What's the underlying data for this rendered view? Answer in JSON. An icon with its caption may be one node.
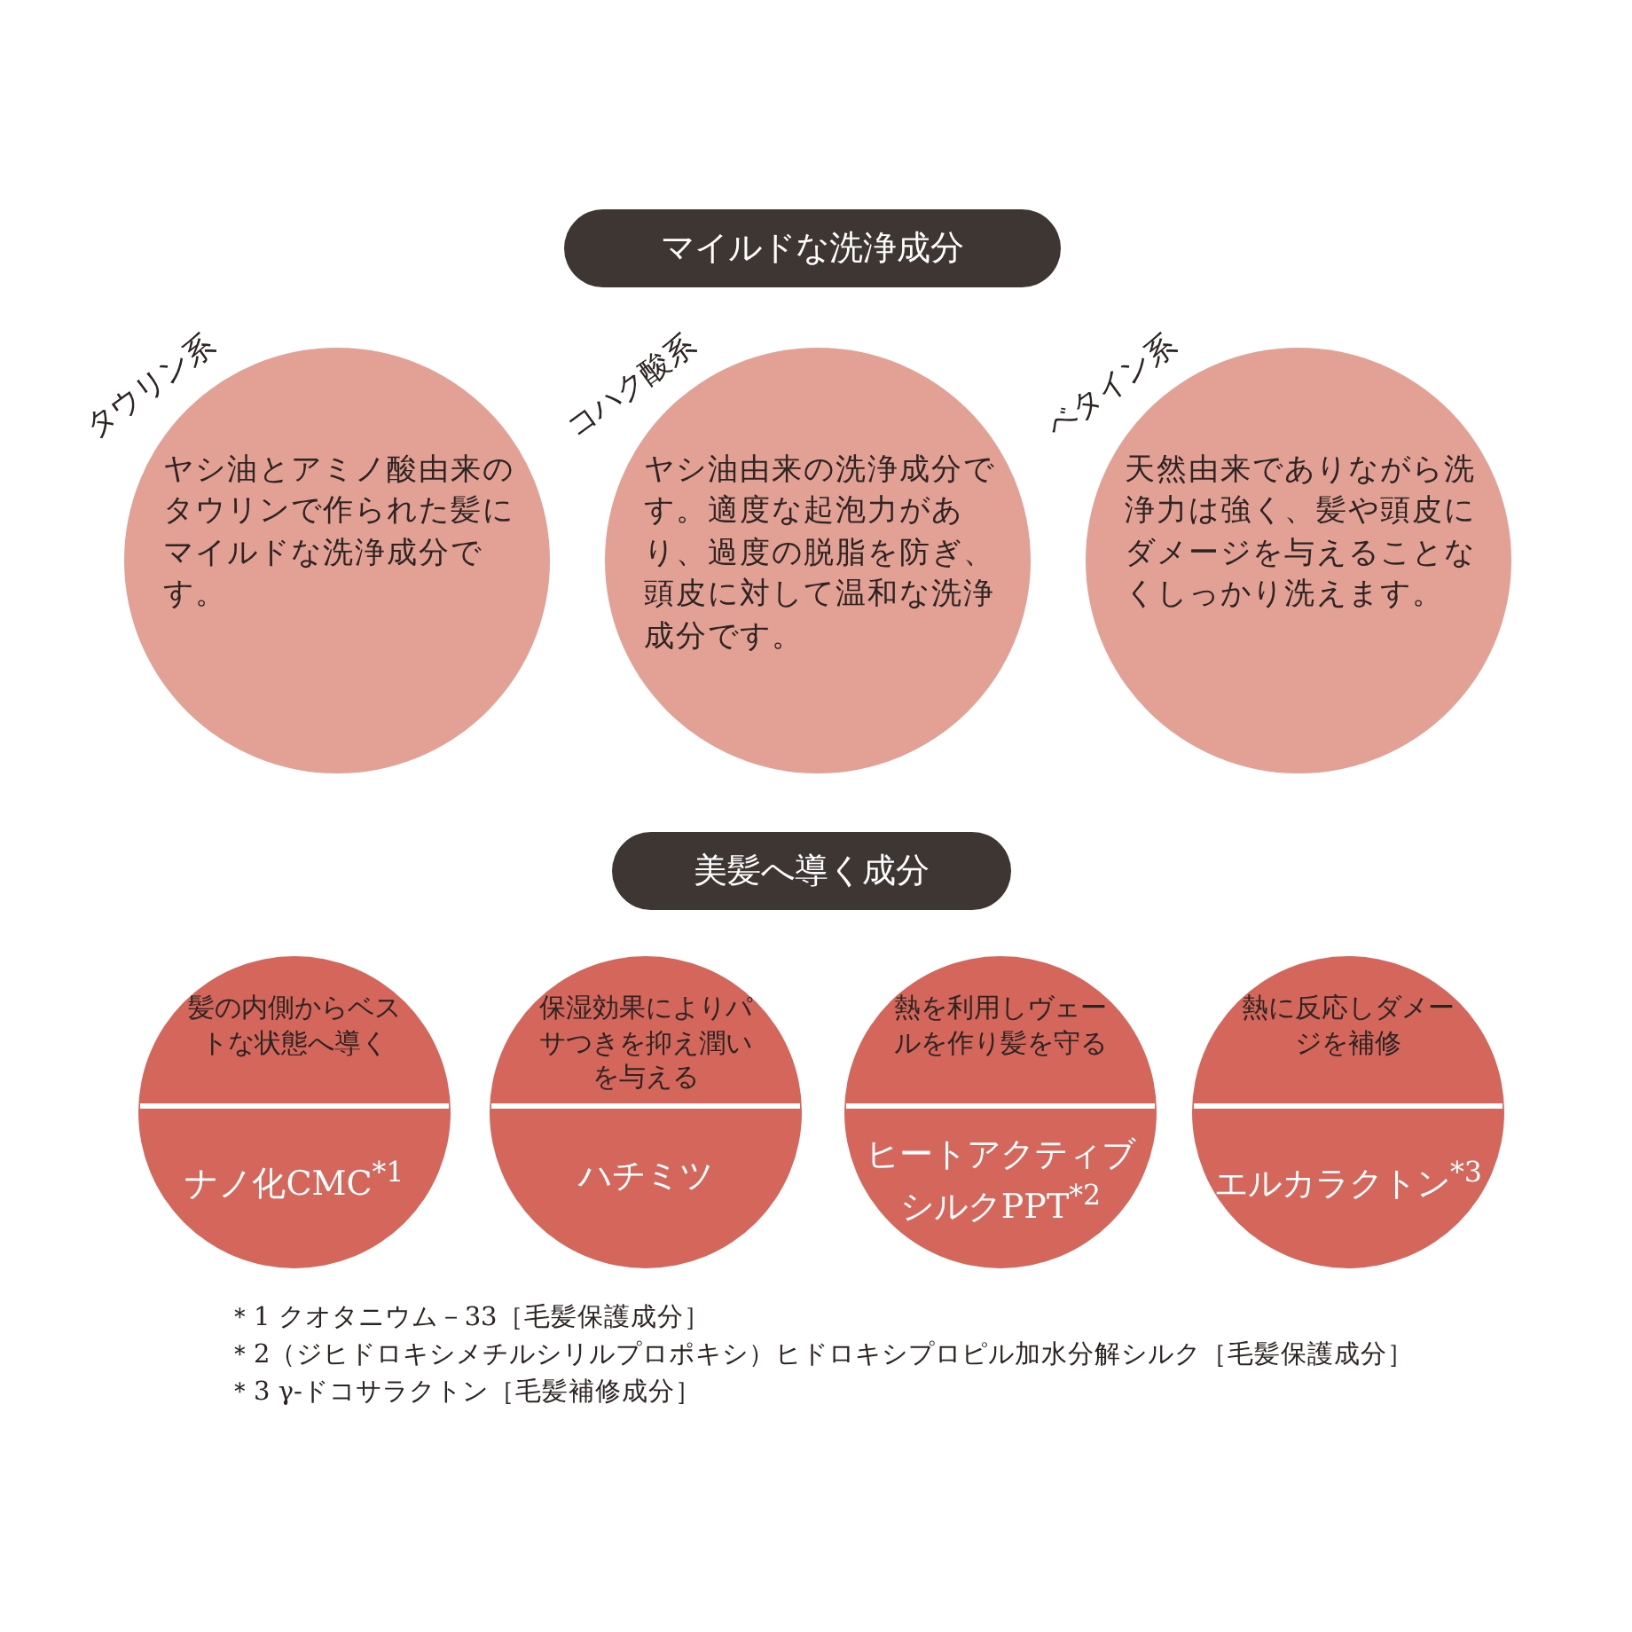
{
  "diagram": {
    "nodes": [
      {
        "text": [
          "マイルドな洗浄成分"
        ]
      },
      {
        "text": [
          "タウリン系",
          "ヤシ油とアミノ酸由来のタウリンで作られた髪にマイルドな洗浄成分です。"
        ]
      },
      {
        "text": [
          "コハク酸系",
          "ヤシ油由来の洗浄成分です。適度な起泡力があり、過度の脱脂を防ぎ、頭皮に対して温和な洗浄成分です。"
        ]
      },
      {
        "text": [
          "ベタイン系",
          "天然由来でありながら洗浄力は強く、髪や頭皮にダメージを与えることなくしっかり洗えます。"
        ]
      },
      {
        "text": [
          "美髪へ導く成分"
        ]
      },
      {
        "text": [
          "髪の内側からベストな状態へ導く",
          "ナノ化CMC$^{*1}$"
        ]
      },
      {
        "text": [
          "保湿効果によりパサつきを抑え潤いを与える",
          "ハチミツ"
        ]
      },
      {
        "text": [
          "熱を利用しヴェールを作り髪を守る",
          "ヒートアクティブシルクPPT$^{*2}$"
        ]
      },
      {
        "text": [
          "熱に反応しダメージを補修",
          "エルカラクトン$^{*3}$"
        ]
      }
    ],
    "labels": [
      "＊1 クオタニウム－33［毛髪保護成分］",
      "＊2（ジヒドロキシメチルシリルプロポキシ）ヒドロキシプロピル加水分解シルク［毛髪保護成分］",
      "＊3 γ-ドコサラクトン［毛髪補修成分］"
    ]
  }
}
